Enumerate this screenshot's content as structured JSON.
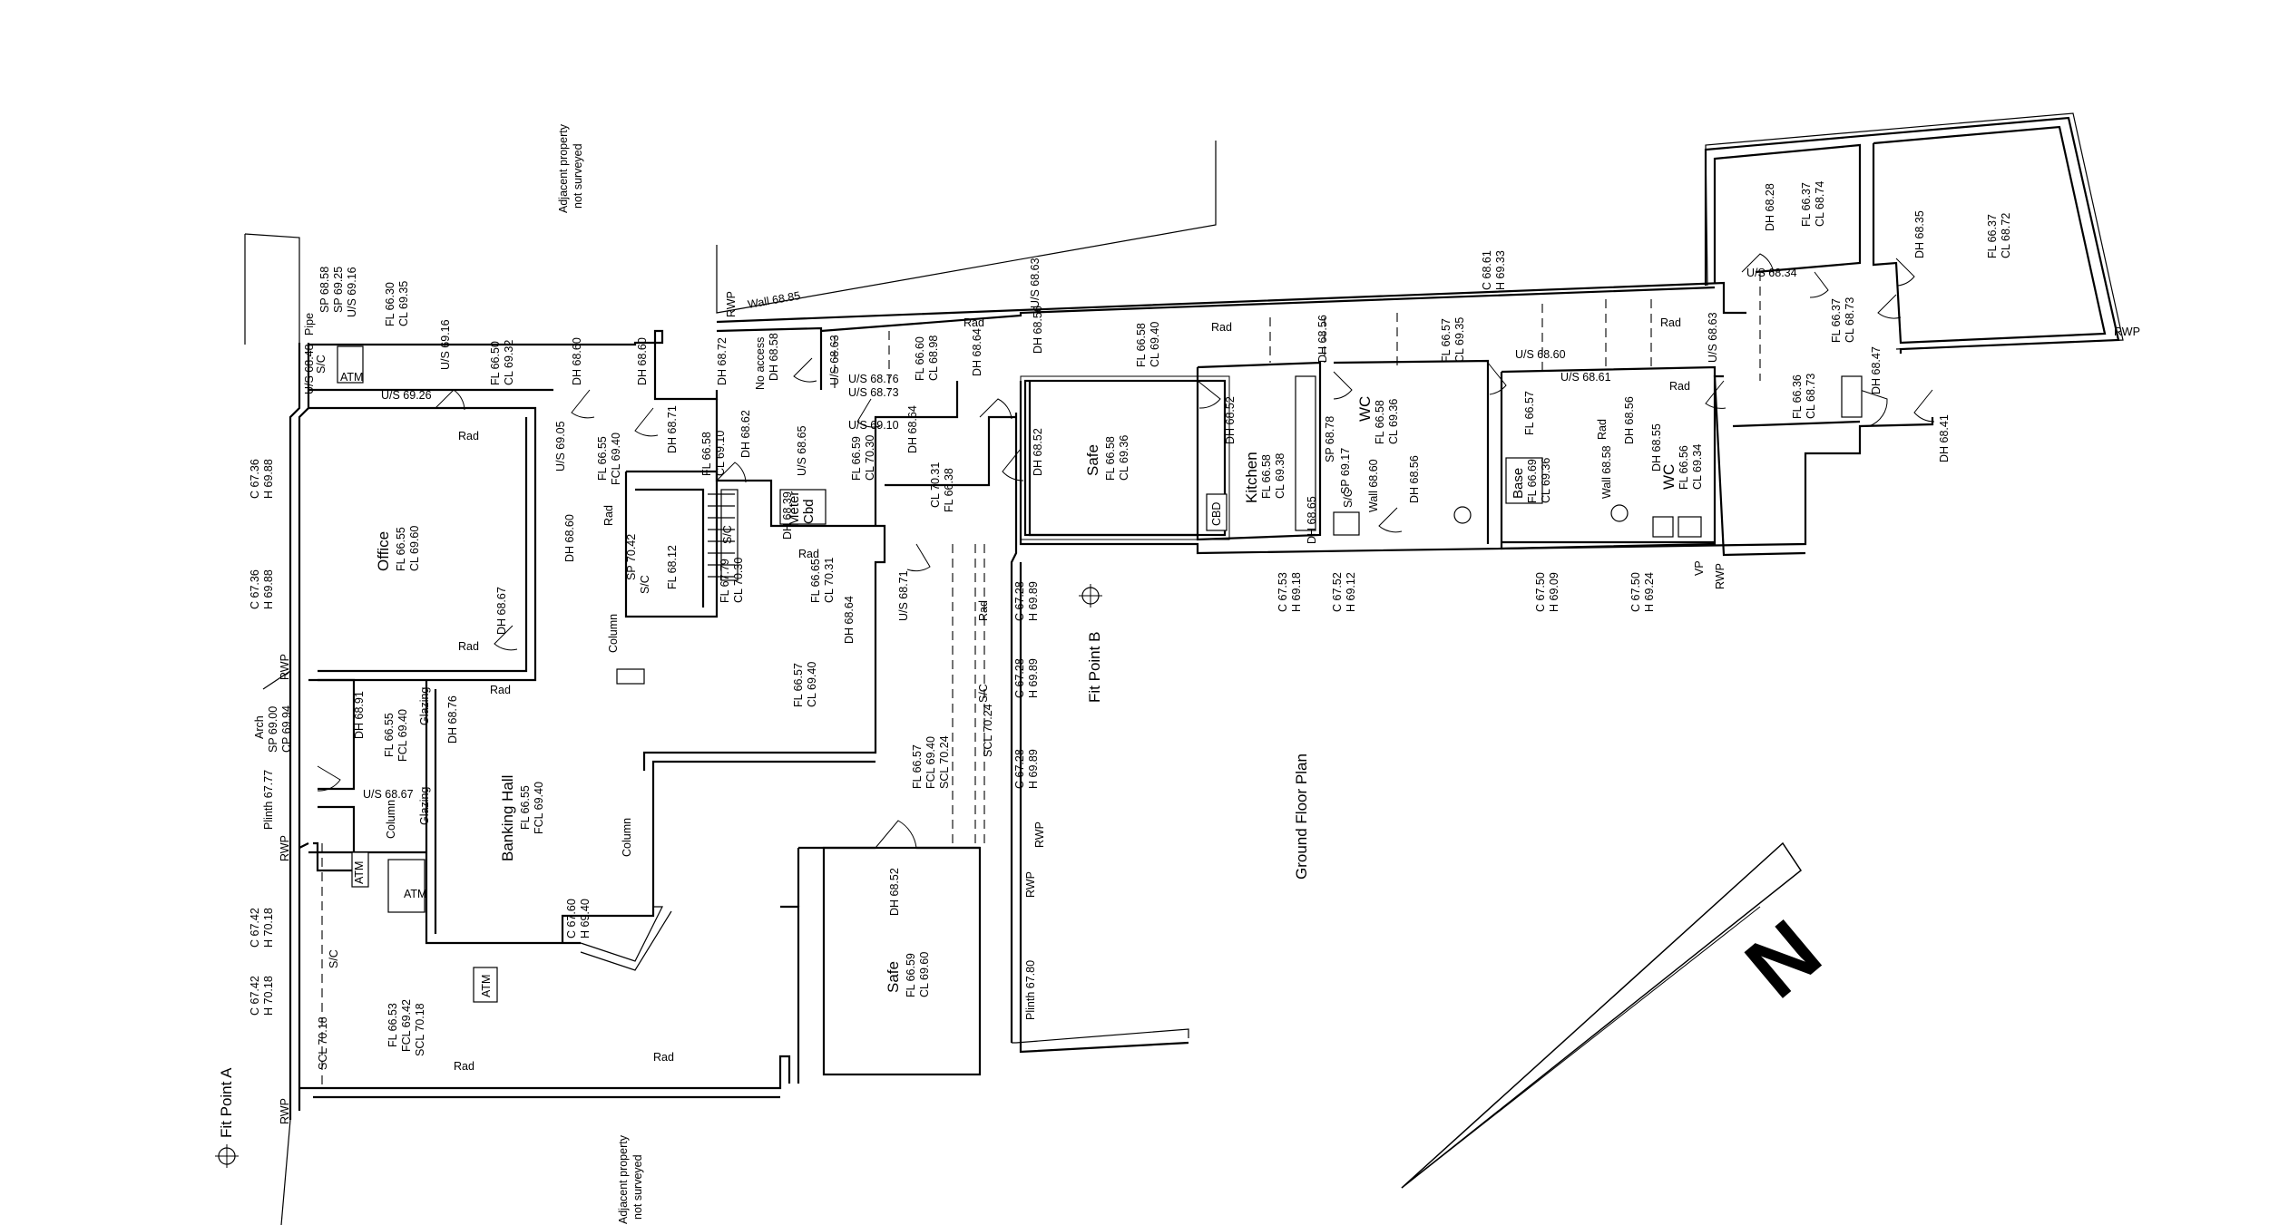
{
  "title": "Ground Floor Plan",
  "fix_points": {
    "a": "Fit Point A",
    "b": "Fit Point B"
  },
  "north": "N",
  "notes": {
    "adjacent_top": [
      "Adjacent property",
      "not surveyed"
    ],
    "adjacent_bottom": [
      "Adjacent property",
      "not surveyed"
    ]
  },
  "rooms": {
    "office": "Office",
    "banking_hall": "Banking Hall",
    "safe1": "Safe",
    "safe2": "Safe",
    "kitchen": "Kitchen",
    "wc1": "WC",
    "wc2": "WC",
    "meter": "Meter",
    "cbd": "Cbd",
    "base": "Base",
    "cbd_kitchen": "CBD"
  },
  "labels": {
    "office_fl": "FL 66.55",
    "office_cl": "CL 69.60",
    "bh_fl": "FL 66.55",
    "bh_fcl": "FCL 69.40",
    "bh_lo_fl": "FL 66.53",
    "bh_lo_fcl": "FCL 69.42",
    "bh_lo_scl": "SCL 70.18",
    "lobby_fl": "FL 66.55",
    "lobby_fcl": "FCL 69.40",
    "corr_fl": "FL 66.65",
    "corr_cl": "CL 70.31",
    "corr2_fl": "FL 66.57",
    "corr2_cl": "CL 69.40",
    "rear_fl": "FL 66.57",
    "rear_fcl": "FCL 69.40",
    "rear_scl": "SCL 70.24",
    "safe1_fl": "FL 66.58",
    "safe1_cl": "CL 69.36",
    "safe2_fl": "FL 66.59",
    "safe2_cl": "CL 69.60",
    "kit_fl": "FL 66.58",
    "kit_cl": "CL 69.38",
    "wc1_fl": "FL 66.58",
    "wc1_cl": "CL 69.36",
    "base_fl": "FL 66.69",
    "base_cl": "CL 69.36",
    "r_base_fl": "FL 66.57",
    "wc2_fl": "FL 66.56",
    "wc2_cl": "CL 69.34",
    "store_fl": "FL 66.50",
    "store_cl": "CL 69.32",
    "atm_fl": "FL 66.30",
    "atm_cl": "CL 69.35",
    "pas1_fl": "FL 66.60",
    "pas1_cl": "CL 68.98",
    "pas2_fl": "FL 66.58",
    "pas2_cl": "CL 69.40",
    "pas3_fl": "FL 66.57",
    "pas3_cl": "CL 69.35",
    "ne1_fl": "FL 66.37",
    "ne1_cl": "CL 68.74",
    "ne2_fl": "FL 66.37",
    "ne2_cl": "CL 68.72",
    "ne3_fl": "FL 66.37",
    "ne3_cl": "CL 68.73",
    "ne4_fl": "FL 66.36",
    "ne4_cl": "CL 68.73",
    "st_fl": "FL 66.58",
    "st_cl": "CL 69.10",
    "st2_fl": "FL 66.55",
    "st2_fcl": "FCL 69.40",
    "st3_fl": "FL 66.59",
    "st3_cl": "CL 70.30",
    "cl_7031": "CL 70.31",
    "fl_6638": "FL 66.38",
    "fl_6612": "FL 68.12",
    "fl_6779": "FL 67.79",
    "cl_7030": "CL 70.30",
    "dh6839": "DH 68.39",
    "dh6860a": "DH 68.60",
    "dh6860b": "DH 68.60",
    "dh6860c": "DH 68.60",
    "dh6872": "DH 68.72",
    "dh6858": "DH 68.58",
    "dh6862": "DH 68.62",
    "dh6871": "DH 68.71",
    "dh6864a": "DH 68.64",
    "dh6864b": "DH 68.64",
    "dh6864c": "DH 68.64",
    "dh6852a": "DH 68.52",
    "dh6852b": "DH 68.52",
    "dh6852c": "DH 68.52",
    "dh6856a": "DH 68.56",
    "dh6856b": "DH 68.56",
    "dh6856c": "DH 68.56",
    "dh6856d": "DH 68.56",
    "dh6855": "DH 68.55",
    "dh6828": "DH 68.28",
    "dh6835": "DH 68.35",
    "dh6847": "DH 68.47",
    "dh6841": "DH 68.41",
    "dh6891": "DH 68.91",
    "dh6876": "DH 68.76",
    "dh6867": "DH 68.67",
    "dh6865": "DH 68.65",
    "us6905": "U/S 69.05",
    "us6916": "U/S 69.16",
    "us6926": "U/S 69.26",
    "us6848": "U/S 68.48",
    "us6863a": "U/S 68.63",
    "us6863b": "U/S 68.63",
    "us6876": "U/S 68.76",
    "us6873": "U/S 68.73",
    "us6910": "U/S 69.10",
    "us6865": "U/S 68.65",
    "us6871": "U/S 68.71",
    "us6867": "U/S 68.67",
    "us6834": "U/S 68.34",
    "us6860": "U/S 68.60",
    "us6861": "U/S 68.61",
    "us6863c": "U/S 68.63",
    "sp6858": "SP 68.58",
    "sp6925": "SP 69.25",
    "sp6916": "U/S 69.16",
    "sp7042": "SP 70.42",
    "sp6878": "SP 68.78",
    "sp6917": "SP 69.17",
    "sp6900": "SP 69.00",
    "cp6994": "CP 69.94",
    "arch": "Arch",
    "plinth6777": "Plinth 67.77",
    "plinth6780": "Plinth 67.80",
    "wall6885": "Wall 68.85",
    "wall6860": "Wall 68.60",
    "wall6858": "Wall 68.58",
    "column1": "Column",
    "column2": "Column",
    "column3": "Column",
    "glazing1": "Glazing",
    "glazing2": "Glazing",
    "rad": "Rad",
    "rwp": "RWP",
    "vp": "VP",
    "sc": "S/C",
    "atm": "ATM",
    "pipe": "Pipe",
    "noaccess": "No access",
    "scl7024": "SCL 70.24",
    "scl7018": "SCL 70.18",
    "sc_gl": "S/C",
    "c6736": "C 67.36",
    "h6988": "H 69.88",
    "c6742": "C 67.42",
    "h7018": "H 70.18",
    "c6760": "C 67.60",
    "h6940": "H 69.40",
    "c6728": "C 67.28",
    "h6989": "H 69.89",
    "c6753": "C 67.53",
    "h6918": "H 69.18",
    "c6752": "C 67.52",
    "h6912": "H 69.12",
    "c6750": "C 67.50",
    "h6909": "H 69.09",
    "h6924": "H 69.24",
    "c6861": "C 68.61",
    "h6933": "H 69.33"
  }
}
